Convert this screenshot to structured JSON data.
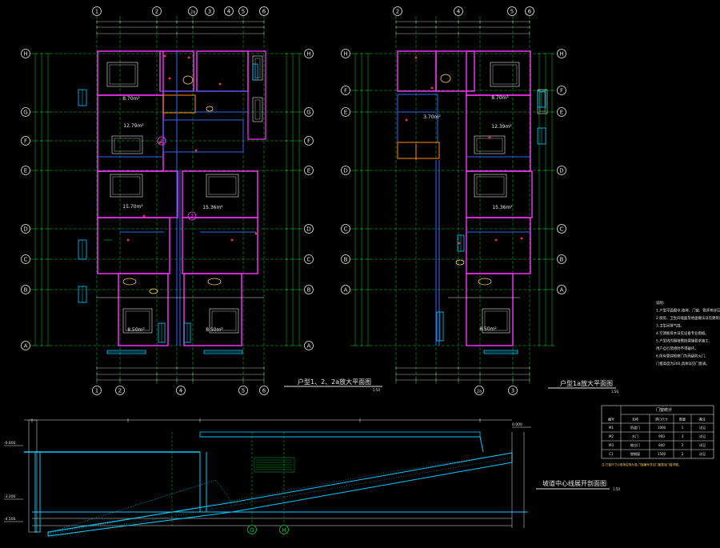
{
  "colors": {
    "background": "#000000",
    "axis_green": "#00cc33",
    "wall_magenta": "#ff33ff",
    "wall_blue": "#3366ff",
    "dim_white": "#e6e6e6",
    "cyan": "#00ccff",
    "yellow": "#ffd24d",
    "red": "#ff3333",
    "orange": "#ff8c1a"
  },
  "plan_left": {
    "title": "户型1、2、2a放大平面图",
    "scale": "1:50",
    "grid_top": [
      "1",
      "2",
      "2a",
      "3",
      "4",
      "5",
      "6"
    ],
    "grid_bottom": [
      "1",
      "2",
      "4",
      "5",
      "6"
    ],
    "grid_side": [
      "H",
      "G",
      "F",
      "E",
      "D",
      "C",
      "B",
      "A"
    ],
    "areas": [
      "8.70m²",
      "12.79m²",
      "15.70m²",
      "15.36m²",
      "8.50m²",
      "8.50m²"
    ],
    "unit_marks": [
      "1",
      "2"
    ]
  },
  "plan_right": {
    "title": "户型1a放大平面图",
    "scale": "1:50",
    "grid_top": [
      "2",
      "4",
      "5",
      "6"
    ],
    "grid_bottom": [
      "2a",
      "3"
    ],
    "grid_side": [
      "H",
      "F",
      "E",
      "D",
      "C",
      "B",
      "A"
    ],
    "areas": [
      "8.70m²",
      "12.39m²",
      "3.70m²",
      "15.36m²",
      "8.50m²"
    ]
  },
  "section": {
    "title": "坡道中心线展开剖面图",
    "scale": "1:50",
    "markers": [
      "G",
      "H"
    ],
    "levels": [
      "-0.600",
      "-3.200",
      "-4.500",
      "0.000"
    ]
  },
  "notes": [
    "说明:",
    "1.户型平面图中,墙体、门窗、管井等详见各层平面图。",
    "2.厨房、卫生间墙面及地面做法详见建筑说明。",
    "3.卫生间排气扇。",
    "4.空调板排水详见设备专业图纸。",
    "5.户型内的隔墙需按建施要求施工,",
    "  用户自行装修时不得破坏。",
    "6.所有管井检修门为丙级防火门,",
    "  门槛高度为200,具体详见门窗表。"
  ],
  "table": {
    "title": "门窗统计",
    "headers": [
      "编号",
      "名称",
      "洞口尺寸",
      "数量",
      "备注"
    ],
    "rows": [
      [
        "M1",
        "防盗门",
        "1000",
        "1",
        "详见"
      ],
      [
        "M2",
        "木门",
        "900",
        "3",
        "详见"
      ],
      [
        "M3",
        "推拉门",
        "800",
        "2",
        "详见"
      ],
      [
        "C1",
        "塑钢窗",
        "1500",
        "2",
        "详见"
      ]
    ],
    "note": "注:门窗尺寸以现场实测为准,门窗编号详见门窗表及门窗详图。"
  }
}
